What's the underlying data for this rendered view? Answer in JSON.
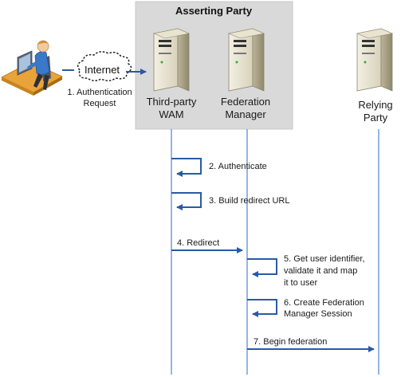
{
  "asserting_party": {
    "title": "Asserting Party"
  },
  "internet": {
    "label": "Internet"
  },
  "auth_request": {
    "line1": "1. Authentication",
    "line2": "Request"
  },
  "servers": {
    "wam": {
      "line1": "Third-party",
      "line2": "WAM"
    },
    "federation_manager": {
      "line1": "Federation",
      "line2": "Manager"
    },
    "relying_party": {
      "line1": "Relying",
      "line2": "Party"
    }
  },
  "steps": [
    {
      "lines": [
        "2. Authenticate"
      ]
    },
    {
      "lines": [
        "3. Build redirect URL"
      ]
    },
    {
      "lines": [
        "4. Redirect"
      ]
    },
    {
      "lines": [
        "5. Get user identifier,",
        "validate it and map",
        "it to user"
      ]
    },
    {
      "lines": [
        "6. Create Federation",
        "Manager Session"
      ]
    },
    {
      "lines": [
        "7. Begin federation"
      ]
    }
  ],
  "colors": {
    "asserting_party_bg": "#d9d9d9",
    "arrow": "#2a5aa6",
    "lifeline": "#5b8fd4",
    "user_shirt": "#3a78c8",
    "desk": "#e8a33a"
  }
}
